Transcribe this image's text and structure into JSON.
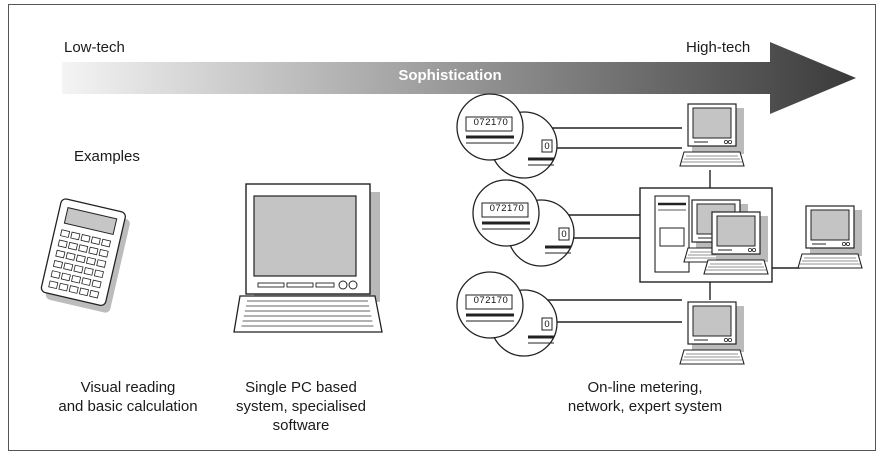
{
  "scale": {
    "low_label": "Low-tech",
    "high_label": "High-tech",
    "arrow_label": "Sophistication"
  },
  "examples_heading": "Examples",
  "meter_reading": "072170",
  "meter_back_digit": "0",
  "captions": {
    "calculator": [
      "Visual reading",
      "and basic calculation"
    ],
    "pc": [
      "Single PC based",
      "system, specialised",
      "software"
    ],
    "network": [
      "On-line metering,",
      "network, expert system"
    ]
  },
  "colors": {
    "arrow_light": "#f4f4f4",
    "arrow_dark": "#3a3a3a",
    "shadow": "#b9b9b9",
    "screen": "#bdbdbd",
    "outline": "#222222"
  }
}
